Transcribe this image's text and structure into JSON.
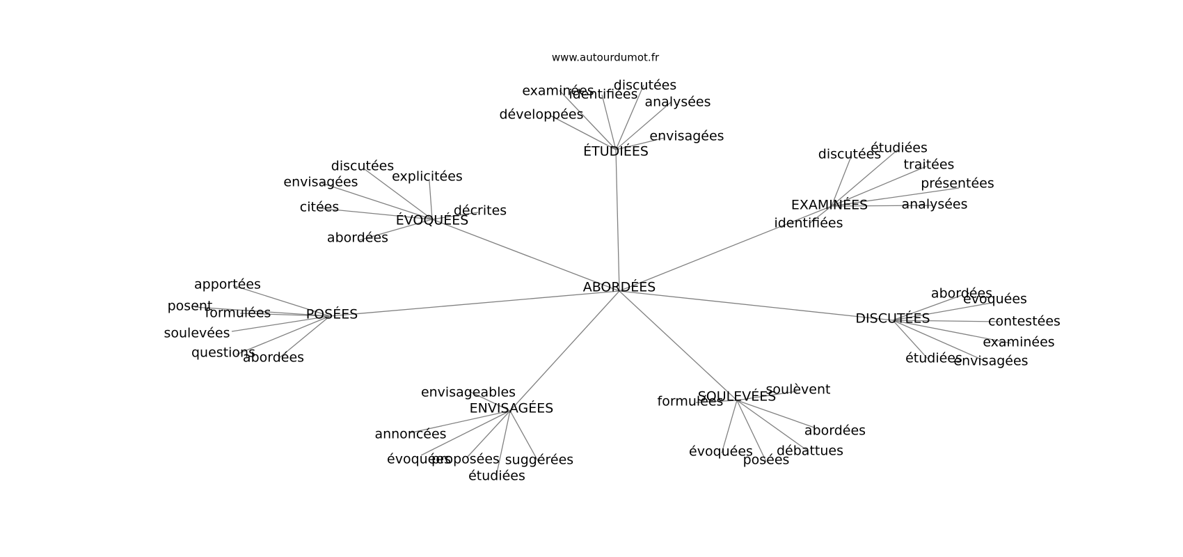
{
  "source": "www.autourdumot.fr",
  "center": "ABORDÉES",
  "clusters": [
    {
      "id": "etudiees",
      "label": "ÉTUDIÉES",
      "leaves": [
        "examinées",
        "identifiées",
        "discutées",
        "analysées",
        "développées",
        "envisagées"
      ]
    },
    {
      "id": "examinees",
      "label": "EXAMINÉES",
      "leaves": [
        "discutées",
        "étudiées",
        "traitées",
        "présentées",
        "analysées",
        "identifiées"
      ]
    },
    {
      "id": "evoquees",
      "label": "ÉVOQUÉES",
      "leaves": [
        "discutées",
        "explicitées",
        "envisagées",
        "citées",
        "décrites",
        "abordées"
      ]
    },
    {
      "id": "posees",
      "label": "POSÉES",
      "leaves": [
        "apportées",
        "posent",
        "formulées",
        "soulevées",
        "questions",
        "abordées"
      ]
    },
    {
      "id": "discutees",
      "label": "DISCUTÉES",
      "leaves": [
        "abordées",
        "évoquées",
        "contestées",
        "examinées",
        "étudiées",
        "envisagées"
      ]
    },
    {
      "id": "envisagees",
      "label": "ENVISAGÉES",
      "leaves": [
        "envisageables",
        "annoncées",
        "évoquées",
        "proposées",
        "suggérées",
        "étudiées"
      ]
    },
    {
      "id": "soulevees",
      "label": "SOULEVÉES",
      "leaves": [
        "soulèvent",
        "formulées",
        "abordées",
        "évoquées",
        "débattues",
        "posées"
      ]
    }
  ]
}
